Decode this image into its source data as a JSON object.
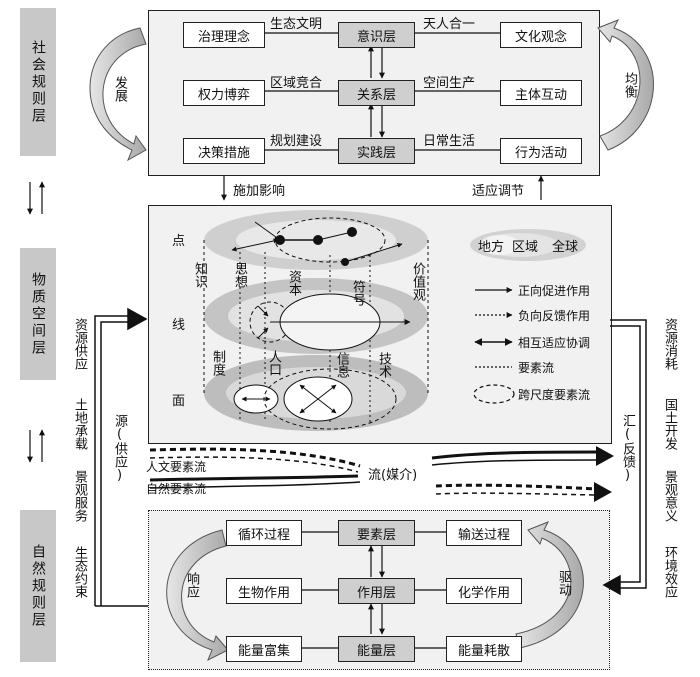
{
  "side": {
    "social": "社会规则层",
    "material": "物质空间层",
    "natural": "自然规则层"
  },
  "top": {
    "left_boxes": [
      "治理理念",
      "权力博弈",
      "决策措施"
    ],
    "center_boxes": [
      "意识层",
      "关系层",
      "实践层"
    ],
    "right_boxes": [
      "文化观念",
      "主体互动",
      "行为活动"
    ],
    "left_links": [
      "生态文明",
      "区域竞合",
      "规划建设"
    ],
    "right_links": [
      "天人合一",
      "空间生产",
      "日常生活"
    ],
    "left_arc": "发展",
    "right_arc": "均衡"
  },
  "between": {
    "down": "施加影响",
    "up": "适应调节"
  },
  "middle": {
    "levels": [
      "点",
      "线",
      "面"
    ],
    "flow_labels": [
      "知识",
      "思想",
      "资本",
      "符号",
      "价值观",
      "制度",
      "人口",
      "信息",
      "技术"
    ],
    "scale_legend": [
      "地方",
      "区域",
      "全球"
    ],
    "legend": [
      "正向促进作用",
      "负向反馈作用",
      "相互适应协调",
      "要素流",
      "跨尺度要素流"
    ]
  },
  "left_side_text": [
    "资源供应",
    "土地承载",
    "景观服务",
    "生态约束"
  ],
  "right_side_text": [
    "资源消耗",
    "国土开发",
    "景观意义",
    "环境效应"
  ],
  "source": "源(供应)",
  "sink": "汇(反馈)",
  "flows": {
    "human": "人文要素流",
    "natural": "自然要素流",
    "center": "流(媒介)"
  },
  "bottom": {
    "left_boxes": [
      "循环过程",
      "生物作用",
      "能量富集"
    ],
    "center_boxes": [
      "要素层",
      "作用层",
      "能量层"
    ],
    "right_boxes": [
      "输送过程",
      "化学作用",
      "能量耗散"
    ],
    "left_arc": "响应",
    "right_arc": "驱动"
  }
}
